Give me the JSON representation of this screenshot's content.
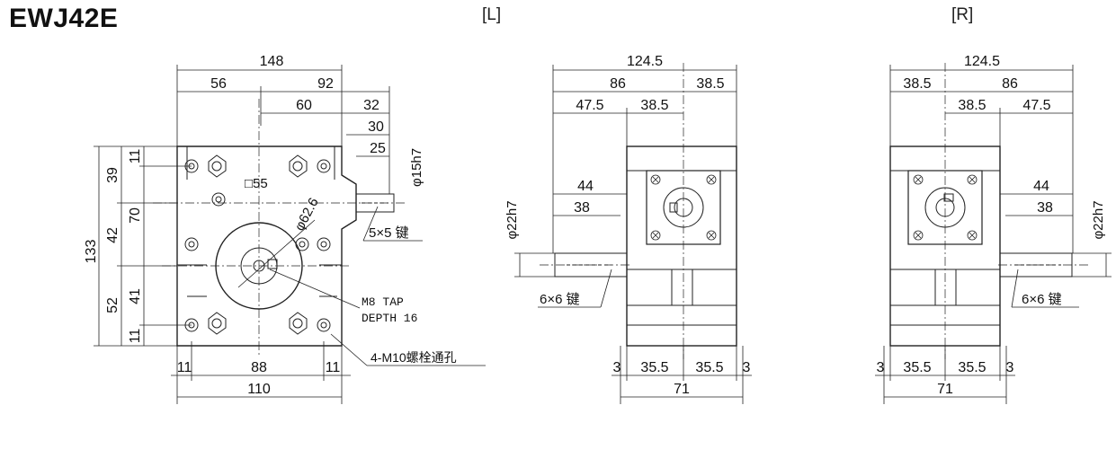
{
  "title": "EWJ42E",
  "view_labels": {
    "left": "[L]",
    "right": "[R]"
  },
  "front_view": {
    "dims_top": {
      "overall": "148",
      "left": "56",
      "right": "92",
      "mid": "60",
      "flange": "32",
      "shaft1": "30",
      "shaft2": "25"
    },
    "dims_left": {
      "overall": "133",
      "a": "39",
      "b": "42",
      "c": "52",
      "d": "11",
      "e": "70",
      "f": "41",
      "g": "11"
    },
    "dims_bottom": {
      "overall": "110",
      "mid": "88",
      "left": "11",
      "right": "11"
    },
    "square": "□55",
    "pcd": "φ62.6",
    "shaft_dia": "φ15h7",
    "key": "5×5 键",
    "tap_line1": "M8 TAP",
    "tap_line2": "DEPTH 16",
    "bolt_hole": "4-M10螺栓通孔"
  },
  "left_view": {
    "dims_top": {
      "overall": "124.5",
      "a": "86",
      "b": "38.5",
      "c": "47.5",
      "d": "38.5"
    },
    "shaft": {
      "d1": "44",
      "d2": "38",
      "dia": "φ22h7"
    },
    "key": "6×6 键",
    "dims_bottom": {
      "overall": "71",
      "a": "3",
      "b": "35.5",
      "c": "35.5",
      "d": "3"
    }
  },
  "right_view": {
    "dims_top": {
      "overall": "124.5",
      "a": "38.5",
      "b": "86",
      "c": "38.5",
      "d": "47.5"
    },
    "shaft": {
      "d1": "44",
      "d2": "38",
      "dia": "φ22h7"
    },
    "key": "6×6 键",
    "dims_bottom": {
      "overall": "71",
      "a": "3",
      "b": "35.5",
      "c": "35.5",
      "d": "3"
    }
  }
}
